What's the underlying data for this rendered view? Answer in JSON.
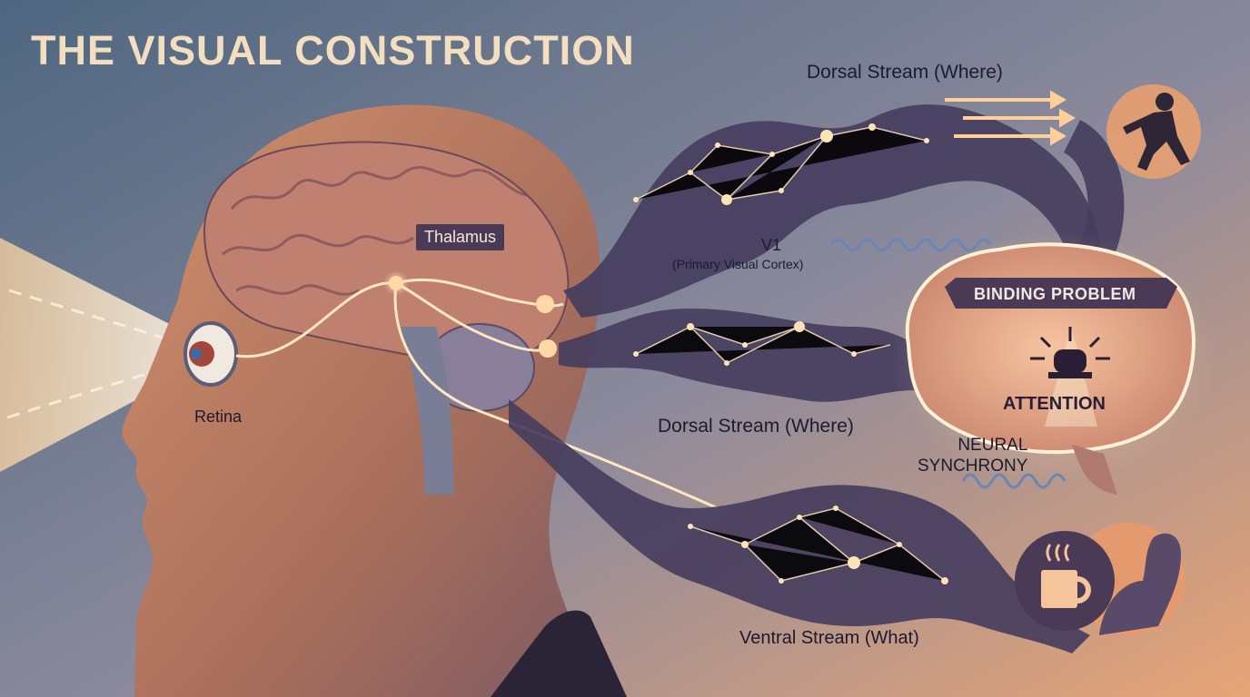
{
  "title": "THE VISUAL CONSTRUCTION",
  "labels": {
    "dorsal_top": "Dorsal Stream (Where)",
    "thalamus": "Thalamus",
    "v1": "V1",
    "v1_sub": "(Primary Visual Cortex)",
    "retina": "Retina",
    "dorsal_mid": "Dorsal Stream (Where)",
    "neural_sync_line1": "NEURAL",
    "neural_sync_line2": "SYNCHRONY",
    "ventral": "Ventral Stream (What)",
    "binding_problem": "BINDING PROBLEM",
    "attention": "ATTENTION"
  },
  "colors": {
    "bg_left": "#4e6680",
    "bg_right": "#e7a476",
    "head_skin": "#b3785f",
    "stream_fill": "#473e5e",
    "glow": "#ffd8a6",
    "banner": "#4a3a56"
  },
  "icons": [
    "eye-icon",
    "running-person-icon",
    "siren-icon",
    "coffee-mug-icon",
    "head-silhouette-icon"
  ]
}
